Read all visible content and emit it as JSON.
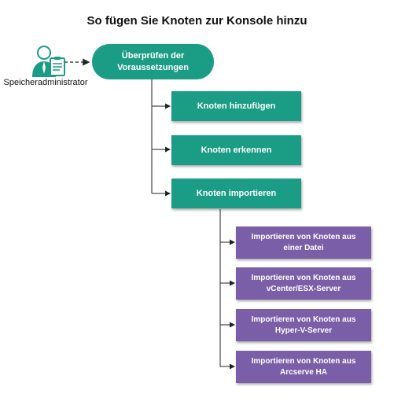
{
  "title": "So fügen Sie Knoten zur Konsole hinzu",
  "actor": {
    "label": "Speicheradministrator",
    "icon": "administrator-clipboard-icon"
  },
  "root": {
    "line1": "Überprüfen der",
    "line2": "Voraussetzungen"
  },
  "steps": [
    {
      "label": "Knoten hinzufügen"
    },
    {
      "label": "Knoten erkennen"
    },
    {
      "label": "Knoten importieren"
    }
  ],
  "substeps": [
    {
      "line1": "Importieren von Knoten aus",
      "line2": "einer Datei"
    },
    {
      "line1": "Importieren von Knoten aus",
      "line2": "vCenter/ESX-Server"
    },
    {
      "line1": "Importieren von Knoten aus",
      "line2": "Hyper-V-Server"
    },
    {
      "line1": "Importieren von Knoten aus",
      "line2": "Arcserve HA"
    }
  ],
  "colors": {
    "teal": "#1b9c85",
    "purple": "#7b5ea8"
  }
}
